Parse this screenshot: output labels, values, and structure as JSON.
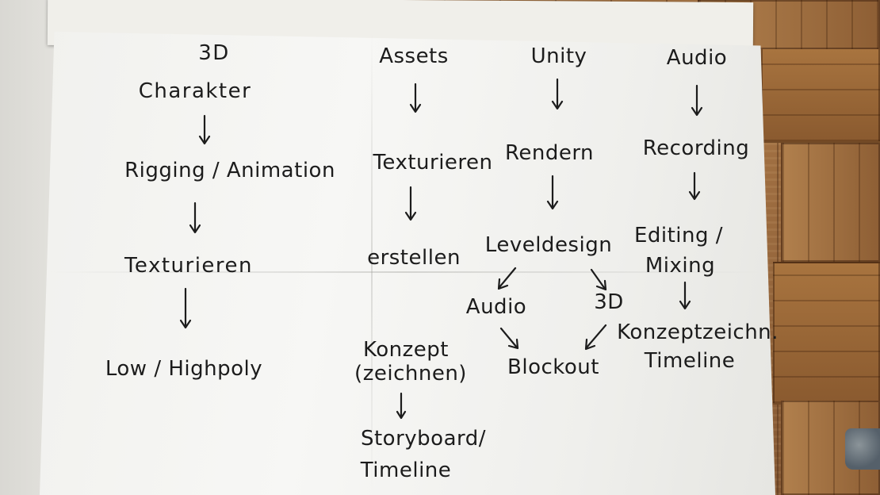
{
  "columns": [
    {
      "id": "3d",
      "title_lines": [
        "3D",
        "Charakter"
      ],
      "steps": [
        "Rigging / Animation",
        "Texturieren",
        "Low / Highpoly"
      ]
    },
    {
      "id": "assets",
      "title_lines": [
        "Assets"
      ],
      "steps": [
        "Texturieren",
        "erstellen",
        "Konzept (zeichnen)",
        "Storyboard/ Timeline"
      ]
    },
    {
      "id": "unity",
      "title_lines": [
        "Unity"
      ],
      "steps": [
        "Rendern",
        "Leveldesign",
        "Audio",
        "3D",
        "Blockout"
      ]
    },
    {
      "id": "audio",
      "title_lines": [
        "Audio"
      ],
      "steps": [
        "Recording",
        "Editing / Mixing",
        "Konzeptzeichn. Timeline"
      ]
    }
  ],
  "labels": {
    "c1_title_a": "3D",
    "c1_title_b": "Charakter",
    "c1_step1": "Rigging / Animation",
    "c1_step2": "Texturieren",
    "c1_step3": "Low / Highpoly",
    "c2_title": "Assets",
    "c2_step1": "Texturieren",
    "c2_step2": "erstellen",
    "c2_step3a": "Konzept",
    "c2_step3b": "(zeichnen)",
    "c2_step4a": "Storyboard/",
    "c2_step4b": "Timeline",
    "c3_title": "Unity",
    "c3_step1": "Rendern",
    "c3_step2": "Leveldesign",
    "c3_branch_left": "Audio",
    "c3_branch_right": "3D",
    "c3_merge": "Blockout",
    "c4_title": "Audio",
    "c4_step1": "Recording",
    "c4_step2a": "Editing /",
    "c4_step2b": "Mixing",
    "c4_step3a": "Konzeptzeichn.",
    "c4_step3b": "Timeline"
  },
  "ink_color": "#1c1c1c",
  "paper_color": "#f4f4f1",
  "floor_color": "#9a6a3d"
}
